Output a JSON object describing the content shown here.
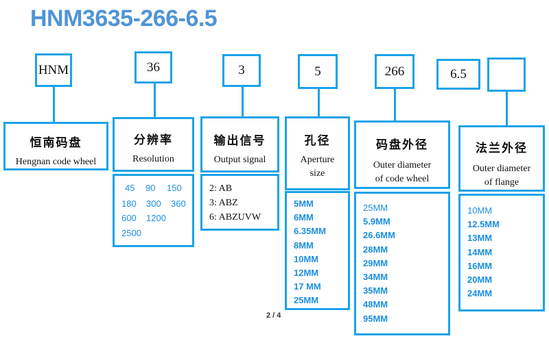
{
  "title": "HNM3635-266-6.5",
  "page": "2 / 4",
  "accent_color": "#1aa3e8",
  "codes": [
    "HNM",
    "36",
    "3",
    "5",
    "266",
    "6.5",
    ""
  ],
  "headers": [
    {
      "zh": "恒南码盘",
      "en": [
        "Hengnan code wheel"
      ]
    },
    {
      "zh": "分辨率",
      "en": [
        "Resolution"
      ]
    },
    {
      "zh": "输出信号",
      "en": [
        "Output signal"
      ]
    },
    {
      "zh": "孔径",
      "en": [
        "Aperture",
        "size"
      ]
    },
    {
      "zh": "码盘外径",
      "en": [
        "Outer diameter",
        "of code wheel"
      ]
    },
    {
      "zh": "法兰外径",
      "en": [
        "Outer diameter",
        "of flange"
      ]
    }
  ],
  "resolution_values": [
    "45",
    "90",
    "150",
    "180",
    "300",
    "360",
    "600",
    "1200",
    "2500"
  ],
  "output_signals": [
    "2: AB",
    "3: ABZ",
    "6: ABZUVW"
  ],
  "aperture_sizes": [
    "5MM",
    "6MM",
    "6.35MM",
    "8MM",
    "10MM",
    "12MM",
    "17 MM",
    "25MM"
  ],
  "code_wheel_diameters": [
    "25MM",
    "5.9MM",
    "26.6MM",
    "28MM",
    "29MM",
    "34MM",
    "35MM",
    "48MM",
    "95MM"
  ],
  "flange_diameters": [
    "10MM",
    "12.5MM",
    "13MM",
    "14MM",
    "16MM",
    "20MM",
    "24MM"
  ]
}
